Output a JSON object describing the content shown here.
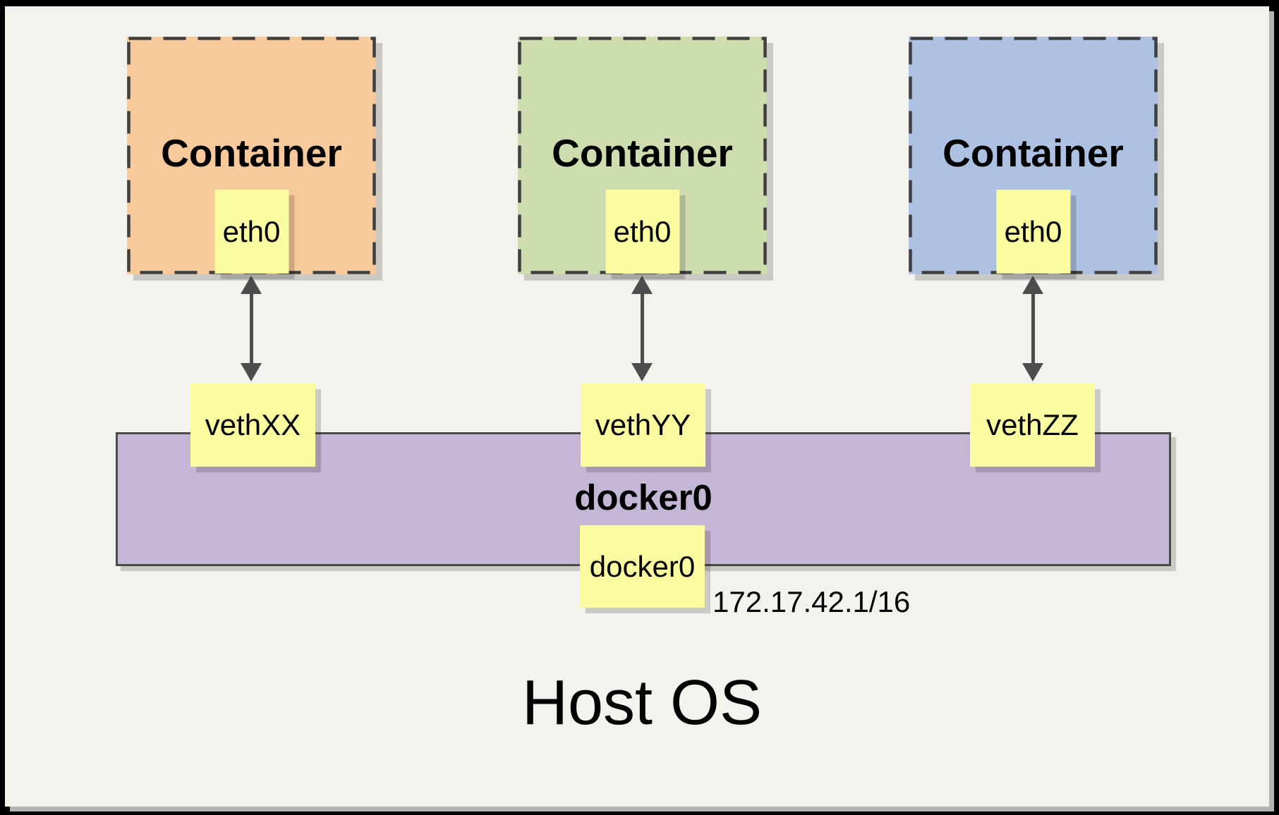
{
  "colors": {
    "background": "#F4F2EC",
    "frame": "#000000",
    "interface_yellow": "#FBFBA0",
    "bridge_purple": "#C4B6D5",
    "dash_border": "#3F3F3F",
    "bar_border": "#4A4A4A",
    "arrow": "#4D4D4D",
    "container_orange": "#F8C99B",
    "container_green": "#CEDDAE",
    "container_blue": "#ADC2E2"
  },
  "containers": [
    {
      "title": "Container",
      "interface_label": "eth0",
      "veth_label": "vethXX",
      "fill": "#F8C99B"
    },
    {
      "title": "Container",
      "interface_label": "eth0",
      "veth_label": "vethYY",
      "fill": "#CEDDAE"
    },
    {
      "title": "Container",
      "interface_label": "eth0",
      "veth_label": "vethZZ",
      "fill": "#ADC2E2"
    }
  ],
  "bridge": {
    "label": "docker0",
    "interface_label": "docker0",
    "ip_label": "172.17.42.1/16"
  },
  "host": {
    "label": "Host OS"
  }
}
